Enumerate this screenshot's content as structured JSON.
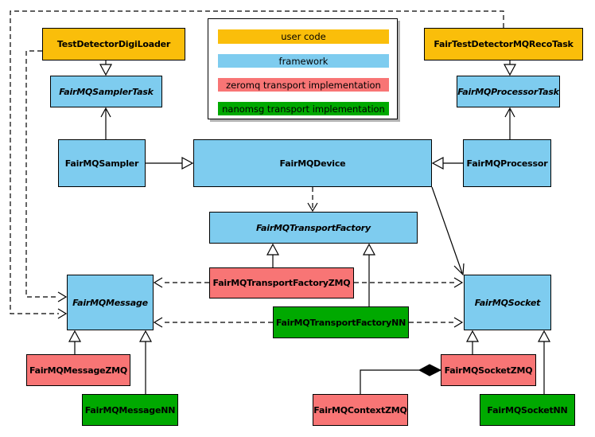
{
  "colors": {
    "user_code": "#FABE0A",
    "framework": "#7ECCEF",
    "zeromq": "#F87575",
    "nanomsg": "#00A900",
    "box_border": "#000000",
    "background": "#FFFFFF"
  },
  "legend": {
    "items": [
      {
        "label": "user code",
        "category": "user_code"
      },
      {
        "label": "framework",
        "category": "framework"
      },
      {
        "label": "zeromq transport implementation",
        "category": "zeromq"
      },
      {
        "label": "nanomsg transport implementation",
        "category": "nanomsg"
      }
    ]
  },
  "nodes": {
    "test_detector_digi_loader": {
      "label": "TestDetectorDigiLoader",
      "category": "user_code",
      "abstract": false
    },
    "fair_test_detector_mq_reco_task": {
      "label": "FairTestDetectorMQRecoTask",
      "category": "user_code",
      "abstract": false
    },
    "fairmq_sampler_task": {
      "label": "FairMQSamplerTask",
      "category": "framework",
      "abstract": true
    },
    "fairmq_processor_task": {
      "label": "FairMQProcessorTask",
      "category": "framework",
      "abstract": true
    },
    "fairmq_sampler": {
      "label": "FairMQSampler",
      "category": "framework",
      "abstract": false
    },
    "fairmq_device": {
      "label": "FairMQDevice",
      "category": "framework",
      "abstract": false
    },
    "fairmq_processor": {
      "label": "FairMQProcessor",
      "category": "framework",
      "abstract": false
    },
    "fairmq_transport_factory": {
      "label": "FairMQTransportFactory",
      "category": "framework",
      "abstract": true
    },
    "fairmq_transport_factory_zmq": {
      "label": "FairMQTransportFactoryZMQ",
      "category": "zeromq",
      "abstract": false
    },
    "fairmq_message": {
      "label": "FairMQMessage",
      "category": "framework",
      "abstract": true
    },
    "fairmq_transport_factory_nn": {
      "label": "FairMQTransportFactoryNN",
      "category": "nanomsg",
      "abstract": false
    },
    "fairmq_socket": {
      "label": "FairMQSocket",
      "category": "framework",
      "abstract": true
    },
    "fairmq_message_zmq": {
      "label": "FairMQMessageZMQ",
      "category": "zeromq",
      "abstract": false
    },
    "fairmq_message_nn": {
      "label": "FairMQMessageNN",
      "category": "nanomsg",
      "abstract": false
    },
    "fairmq_context_zmq": {
      "label": "FairMQContextZMQ",
      "category": "zeromq",
      "abstract": false
    },
    "fairmq_socket_zmq": {
      "label": "FairMQSocketZMQ",
      "category": "zeromq",
      "abstract": false
    },
    "fairmq_socket_nn": {
      "label": "FairMQSocketNN",
      "category": "nanomsg",
      "abstract": false
    }
  },
  "relationships": [
    {
      "from": "TestDetectorDigiLoader",
      "to": "FairMQSamplerTask",
      "type": "inheritance"
    },
    {
      "from": "FairMQSampler",
      "to": "FairMQSamplerTask",
      "type": "association"
    },
    {
      "from": "FairMQSampler",
      "to": "FairMQDevice",
      "type": "inheritance"
    },
    {
      "from": "FairTestDetectorMQRecoTask",
      "to": "FairMQProcessorTask",
      "type": "inheritance"
    },
    {
      "from": "FairMQProcessor",
      "to": "FairMQProcessorTask",
      "type": "association"
    },
    {
      "from": "FairMQProcessor",
      "to": "FairMQDevice",
      "type": "inheritance"
    },
    {
      "from": "FairMQDevice",
      "to": "FairMQTransportFactory",
      "type": "dependency-dashed"
    },
    {
      "from": "FairMQDevice",
      "to": "FairMQSocket",
      "type": "association"
    },
    {
      "from": "FairMQTransportFactoryZMQ",
      "to": "FairMQTransportFactory",
      "type": "inheritance"
    },
    {
      "from": "FairMQTransportFactoryNN",
      "to": "FairMQTransportFactory",
      "type": "inheritance"
    },
    {
      "from": "FairMQTransportFactoryZMQ",
      "to": "FairMQMessage",
      "type": "dependency-dashed"
    },
    {
      "from": "FairMQTransportFactoryZMQ",
      "to": "FairMQSocket",
      "type": "dependency-dashed"
    },
    {
      "from": "FairMQTransportFactoryNN",
      "to": "FairMQMessage",
      "type": "dependency-dashed"
    },
    {
      "from": "FairMQTransportFactoryNN",
      "to": "FairMQSocket",
      "type": "dependency-dashed"
    },
    {
      "from": "TestDetectorDigiLoader",
      "to": "FairMQMessage",
      "type": "dependency-dashed"
    },
    {
      "from": "FairTestDetectorMQRecoTask",
      "to": "FairMQMessage",
      "type": "dependency-dashed"
    },
    {
      "from": "FairMQMessageZMQ",
      "to": "FairMQMessage",
      "type": "inheritance"
    },
    {
      "from": "FairMQMessageNN",
      "to": "FairMQMessage",
      "type": "inheritance"
    },
    {
      "from": "FairMQSocketZMQ",
      "to": "FairMQSocket",
      "type": "inheritance"
    },
    {
      "from": "FairMQSocketNN",
      "to": "FairMQSocket",
      "type": "inheritance"
    },
    {
      "from": "FairMQContextZMQ",
      "to": "FairMQSocketZMQ",
      "type": "composition"
    }
  ]
}
